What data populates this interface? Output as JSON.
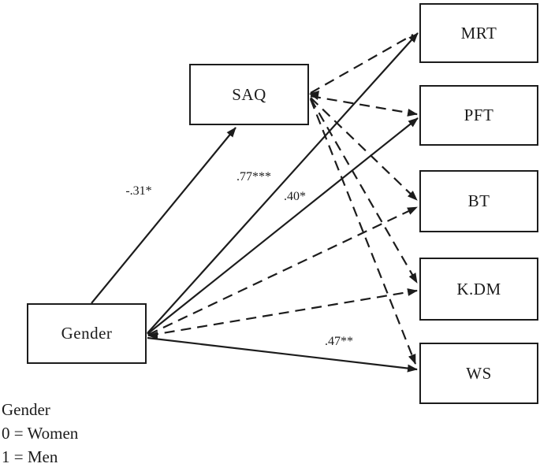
{
  "figure": {
    "background": "#ffffff",
    "line_color": "#1c1c1c",
    "nodes": {
      "gender": {
        "label": "Gender"
      },
      "saq": {
        "label": "SAQ"
      },
      "mrt": {
        "label": "MRT"
      },
      "pft": {
        "label": "PFT"
      },
      "bt": {
        "label": "BT"
      },
      "kdm": {
        "label": "K.DM"
      },
      "ws": {
        "label": "WS"
      }
    },
    "edges": [
      {
        "from": "Gender",
        "to": "SAQ",
        "style": "solid",
        "label": "-.31*"
      },
      {
        "from": "Gender",
        "to": "MRT",
        "style": "solid",
        "label": ".77***"
      },
      {
        "from": "Gender",
        "to": "PFT",
        "style": "solid",
        "label": ".40*"
      },
      {
        "from": "Gender",
        "to": "BT",
        "style": "dashed",
        "label": ""
      },
      {
        "from": "Gender",
        "to": "K.DM",
        "style": "dashed",
        "label": ""
      },
      {
        "from": "Gender",
        "to": "WS",
        "style": "solid",
        "label": ".47**"
      },
      {
        "from": "SAQ",
        "to": "MRT",
        "style": "dashed",
        "label": ""
      },
      {
        "from": "SAQ",
        "to": "PFT",
        "style": "dashed",
        "label": ""
      },
      {
        "from": "SAQ",
        "to": "BT",
        "style": "dashed",
        "label": ""
      },
      {
        "from": "SAQ",
        "to": "K.DM",
        "style": "dashed",
        "label": ""
      },
      {
        "from": "SAQ",
        "to": "WS",
        "style": "dashed",
        "label": ""
      }
    ],
    "path_labels": {
      "gender_saq": "-.31*",
      "gender_mrt": ".77***",
      "gender_pft": ".40*",
      "gender_ws": ".47**"
    },
    "legend": {
      "title": "Gender",
      "lines": [
        "0 = Women",
        "1 = Men"
      ]
    }
  }
}
